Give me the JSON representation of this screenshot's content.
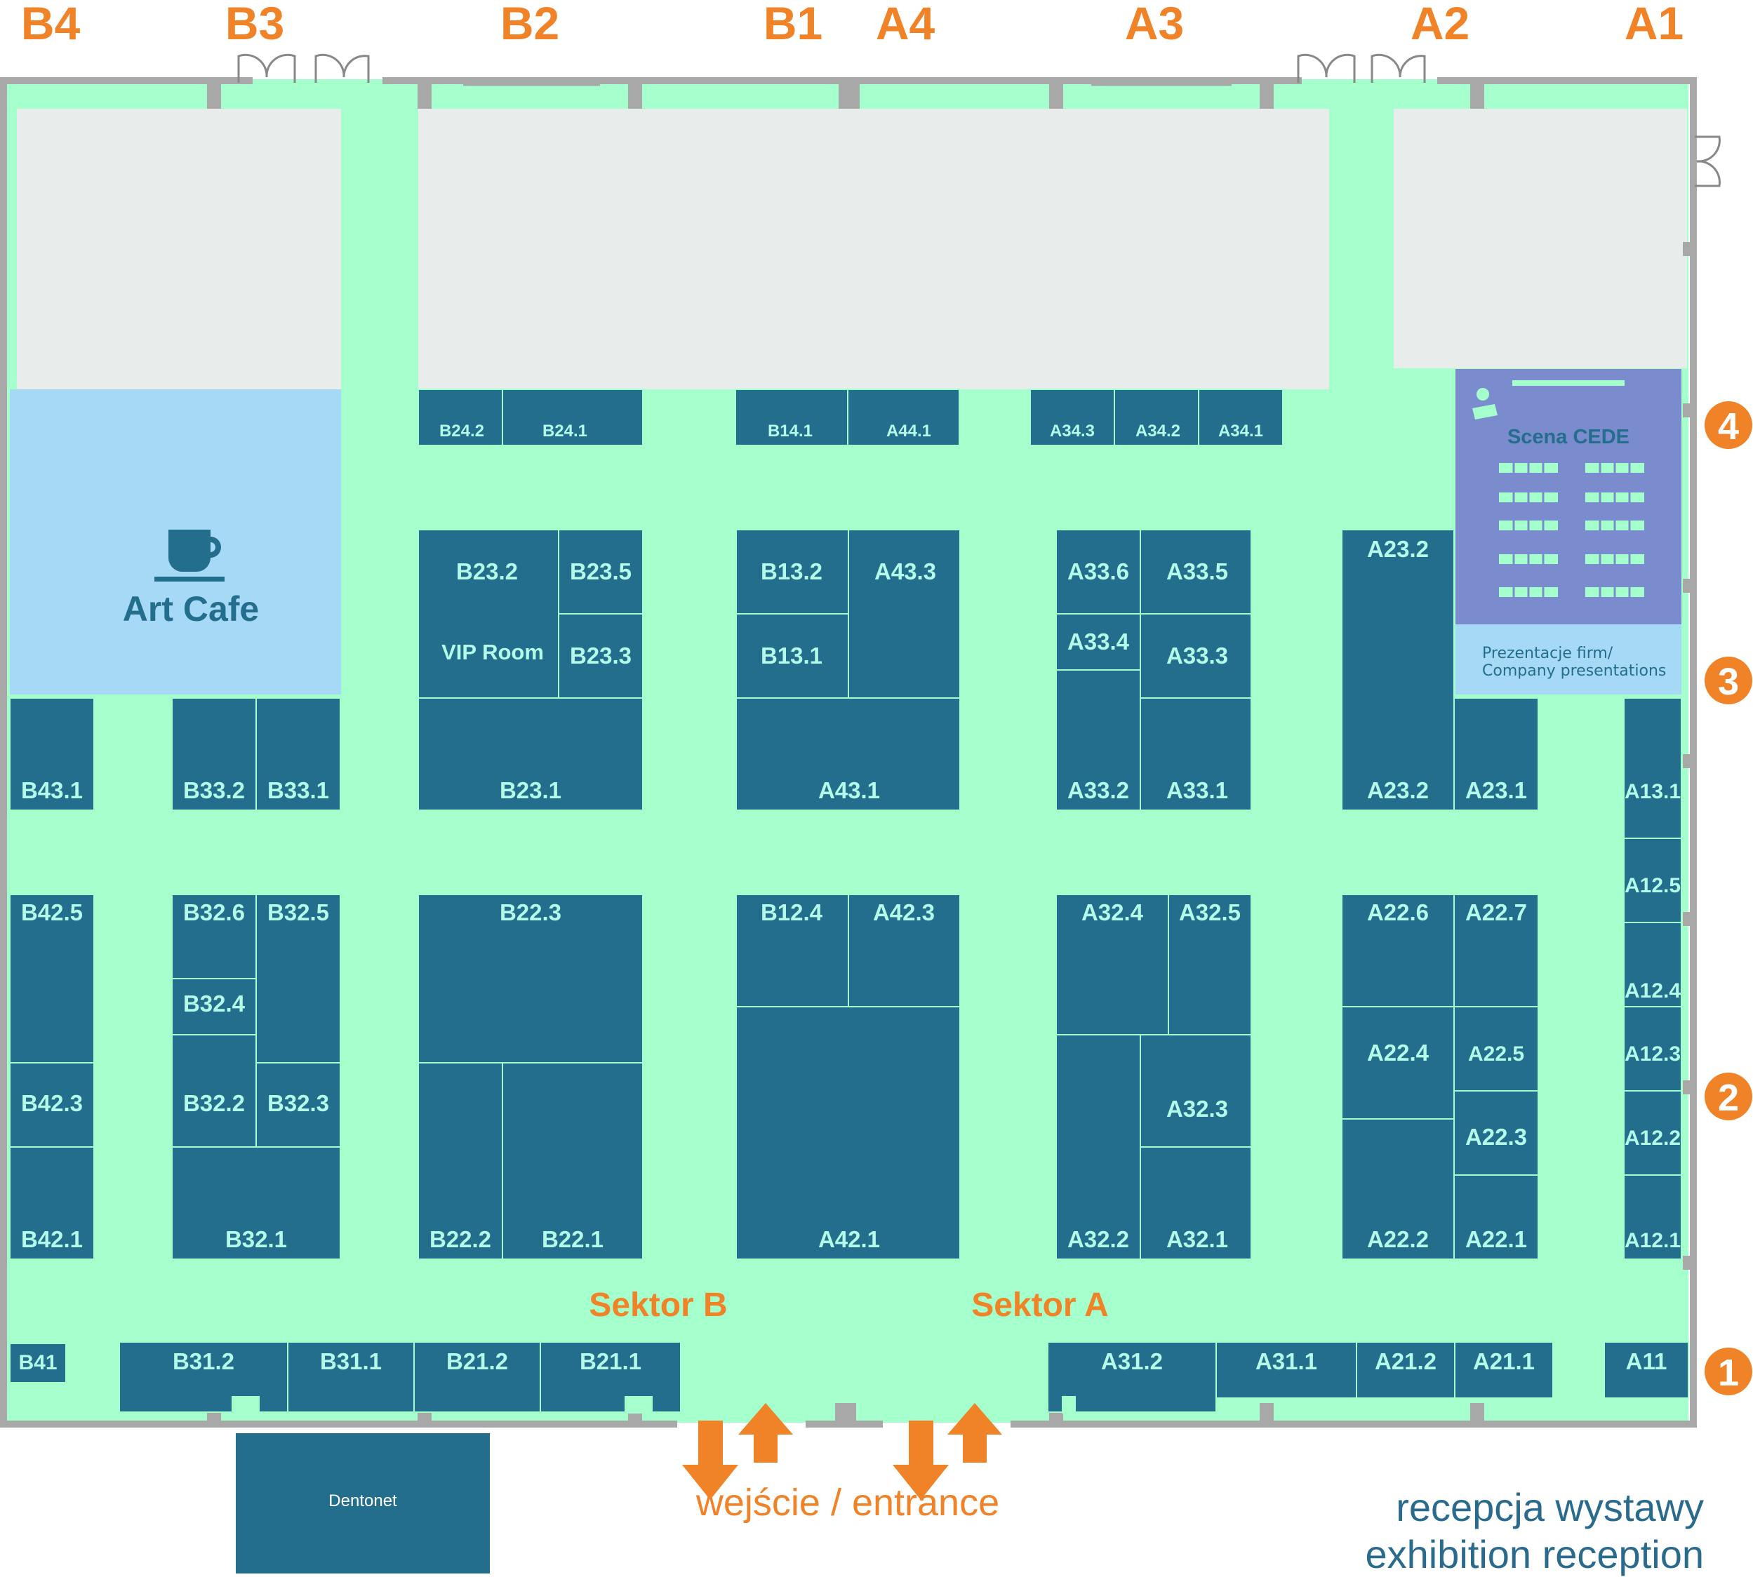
{
  "colors": {
    "floor": "#a5ffcc",
    "booth": "#236e8c",
    "booth_text": "#b4fae8",
    "orange": "#f08228",
    "gray_area": "#e8eceb",
    "cafe": "#a6d9f5",
    "stage": "#7a8ccd",
    "wall": "#a8a8a8",
    "reception": "#2a6a8c"
  },
  "column_labels": [
    "B4",
    "B3",
    "B2",
    "B1",
    "A4",
    "A3",
    "A2",
    "A1"
  ],
  "row_markers": [
    "4",
    "3",
    "2",
    "1"
  ],
  "sectors": [
    "Sektor B",
    "Sektor A"
  ],
  "entrance": "wejście / entrance",
  "reception": {
    "line1": "recepcja wystawy",
    "line2": "exhibition reception"
  },
  "art_cafe": {
    "label": "Art Cafe",
    "icon": "coffee-cup-icon"
  },
  "stage": {
    "title": "Scena CEDE",
    "subtitle_line1": "Prezentacje firm/",
    "subtitle_line2": "Company presentations",
    "icon": "presenter-icon"
  },
  "outside_booth": "Dentonet",
  "booths": {
    "B24_2": "B24.2",
    "B24_1": "B24.1",
    "B14_1": "B14.1",
    "A44_1": "A44.1",
    "A34_3": "A34.3",
    "A34_2": "A34.2",
    "A34_1": "A34.1",
    "B23_2": "B23.2",
    "B23_5": "B23.5",
    "B23_3": "B23.3",
    "VIP": "VIP Room",
    "B23_1": "B23.1",
    "B13_2": "B13.2",
    "A43_3": "A43.3",
    "B13_1": "B13.1",
    "A43_1": "A43.1",
    "A33_6": "A33.6",
    "A33_5": "A33.5",
    "A33_4": "A33.4",
    "A33_3": "A33.3",
    "A33_2": "A33.2",
    "A33_1": "A33.1",
    "A23_2t": "A23.2",
    "A23_2b": "A23.2",
    "A23_1": "A23.1",
    "B43_1": "B43.1",
    "B33_2": "B33.2",
    "B33_1": "B33.1",
    "A13_1": "A13.1",
    "B42_5": "B42.5",
    "B42_3": "B42.3",
    "B42_1": "B42.1",
    "B32_6": "B32.6",
    "B32_5": "B32.5",
    "B32_4": "B32.4",
    "B32_2": "B32.2",
    "B32_3": "B32.3",
    "B32_1": "B32.1",
    "B22_3": "B22.3",
    "B22_2": "B22.2",
    "B22_1": "B22.1",
    "B12_4": "B12.4",
    "A42_3": "A42.3",
    "A42_1": "A42.1",
    "A32_4": "A32.4",
    "A32_5": "A32.5",
    "A32_3": "A32.3",
    "A32_2": "A32.2",
    "A32_1": "A32.1",
    "A22_6": "A22.6",
    "A22_7": "A22.7",
    "A22_4": "A22.4",
    "A22_5": "A22.5",
    "A22_3": "A22.3",
    "A22_2": "A22.2",
    "A22_1": "A22.1",
    "A12_5": "A12.5",
    "A12_4": "A12.4",
    "A12_3": "A12.3",
    "A12_2": "A12.2",
    "A12_1": "A12.1",
    "B41": "B41",
    "B31_2": "B31.2",
    "B31_1": "B31.1",
    "B21_2": "B21.2",
    "B21_1": "B21.1",
    "A31_2": "A31.2",
    "A31_1": "A31.1",
    "A21_2": "A21.2",
    "A21_1": "A21.1",
    "A11": "A11"
  }
}
